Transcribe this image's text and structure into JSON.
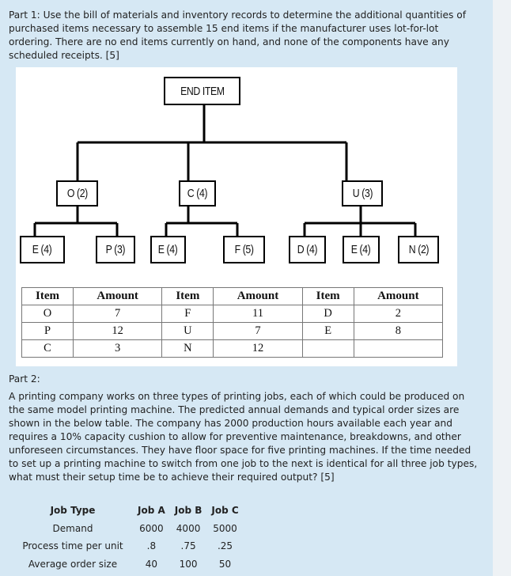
{
  "part1": {
    "text": "Part 1: Use the bill of materials and inventory records to determine the additional quantities of purchased items necessary to assemble 15 end items if the manufacturer uses lot-for-lot ordering. There are no end items currently on hand, and none of the components have any scheduled receipts. [5]"
  },
  "bom": {
    "root": "END ITEM",
    "level1": [
      "O (2)",
      "C (4)",
      "U (3)"
    ],
    "level2": [
      "E (4)",
      "P (3)",
      "E (4)",
      "F (5)",
      "D (4)",
      "E (4)",
      "N (2)"
    ]
  },
  "inventory_table": {
    "headers": [
      "Item",
      "Amount",
      "Item",
      "Amount",
      "Item",
      "Amount"
    ],
    "rows": [
      [
        "O",
        "7",
        "F",
        "11",
        "D",
        "2"
      ],
      [
        "P",
        "12",
        "U",
        "7",
        "E",
        "8"
      ],
      [
        "C",
        "3",
        "N",
        "12",
        "",
        ""
      ]
    ]
  },
  "part2": {
    "heading": "Part 2:",
    "text": "A printing company works on three types of printing jobs, each of which could be produced on the same model printing machine. The predicted annual demands and typical order sizes are shown in the below table. The company has 2000 production hours available each year and requires a 10% capacity cushion to allow for preventive maintenance, breakdowns, and other unforeseen circumstances. They have floor space for five printing machines. If the time needed to set up a printing machine to switch from one job to the next is identical for all three job types, what must their setup time be to achieve their required output? [5]"
  },
  "jobs_table": {
    "headers": [
      "Job Type",
      "Job A",
      "Job B",
      "Job C"
    ],
    "rows": [
      [
        "Demand",
        "6000",
        "4000",
        "5000"
      ],
      [
        "Process time per unit",
        ".8",
        ".75",
        ".25"
      ],
      [
        "Average order size",
        "40",
        "100",
        "50"
      ]
    ]
  }
}
